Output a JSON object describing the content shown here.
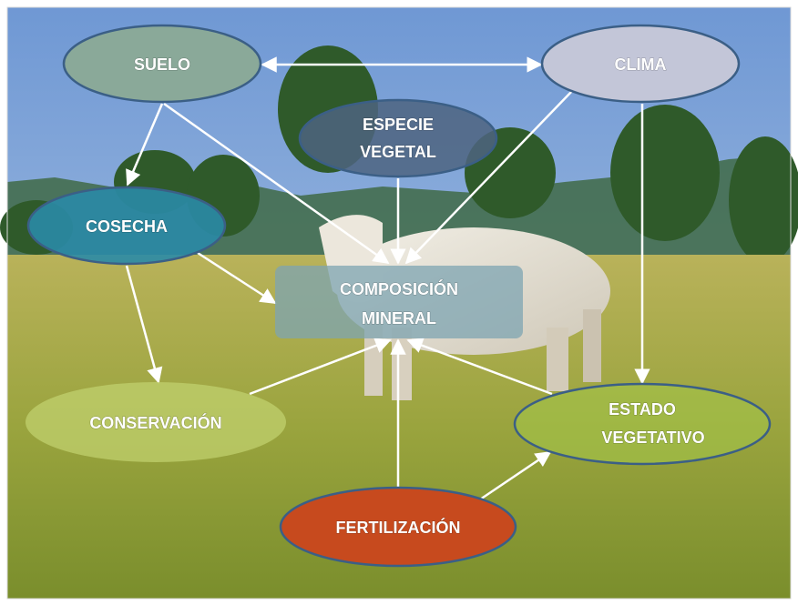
{
  "diagram": {
    "colors": {
      "sky": "#7ea5d8",
      "grass": "#a9ad48",
      "arrow": "#ffffff",
      "suelo": "#8aa999",
      "clima": "#c3c6d8",
      "especie": "#4e6480",
      "cosecha": "#2a8aa6",
      "composicion": "#7ea4b2",
      "conservacion": "#c0d06e",
      "estado": "#a3c44a",
      "fertilizacion": "#c74a1e"
    },
    "nodes": {
      "suelo": {
        "label": "SUELO"
      },
      "clima": {
        "label": "CLIMA"
      },
      "especie": {
        "line1": "ESPECIE",
        "line2": "VEGETAL"
      },
      "cosecha": {
        "label": "COSECHA"
      },
      "composicion": {
        "line1": "COMPOSICIÓN",
        "line2": "MINERAL"
      },
      "conservacion": {
        "label": "CONSERVACIÓN"
      },
      "estado": {
        "line1": "ESTADO",
        "line2": "VEGETATIVO"
      },
      "fertilizacion": {
        "label": "FERTILIZACIÓN"
      }
    },
    "edges": [
      {
        "from": "suelo",
        "to": "clima",
        "bidirectional": true
      },
      {
        "from": "suelo",
        "to": "cosecha"
      },
      {
        "from": "suelo",
        "to": "composicion"
      },
      {
        "from": "especie",
        "to": "composicion"
      },
      {
        "from": "clima",
        "to": "composicion"
      },
      {
        "from": "clima",
        "to": "estado"
      },
      {
        "from": "cosecha",
        "to": "composicion"
      },
      {
        "from": "cosecha",
        "to": "conservacion"
      },
      {
        "from": "conservacion",
        "to": "composicion"
      },
      {
        "from": "estado",
        "to": "composicion"
      },
      {
        "from": "fertilizacion",
        "to": "composicion"
      },
      {
        "from": "fertilizacion",
        "to": "estado"
      }
    ]
  }
}
